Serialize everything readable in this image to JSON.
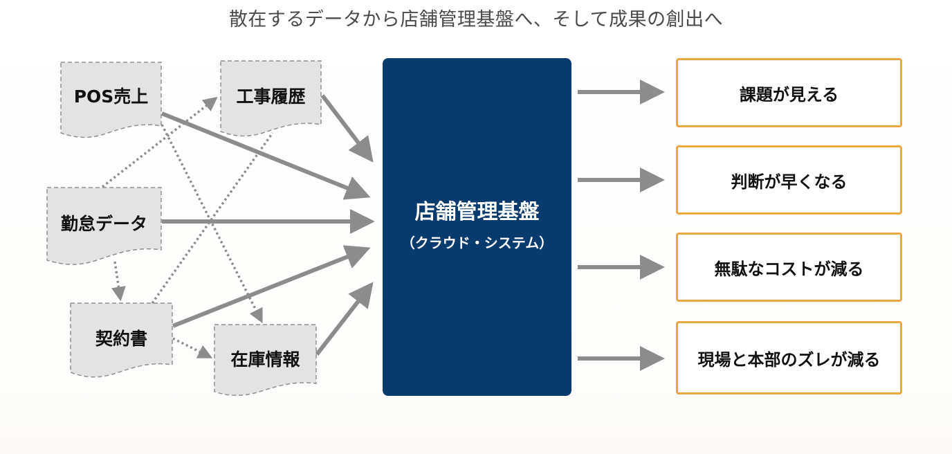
{
  "title": "散在するデータから店舗管理基盤へ、そして成果の創出へ",
  "colors": {
    "hub": "#073b6e",
    "outcome_border": "#eba640",
    "arrow": "#8c8c8c",
    "doc_fill": "#e3e3e3",
    "doc_border": "#8f8f8f"
  },
  "sources": [
    {
      "id": "pos",
      "label": "POS売上"
    },
    {
      "id": "construction",
      "label": "工事履歴"
    },
    {
      "id": "attendance",
      "label": "勤怠データ"
    },
    {
      "id": "contract",
      "label": "契約書"
    },
    {
      "id": "inventory",
      "label": "在庫情報"
    }
  ],
  "hub": {
    "title": "店舗管理基盤",
    "subtitle": "（クラウド・システム）"
  },
  "outcomes": [
    {
      "label": "課題が見える"
    },
    {
      "label": "判断が早くなる"
    },
    {
      "label": "無駄なコストが減る"
    },
    {
      "label": "現場と本部のズレが減る"
    }
  ],
  "flows": {
    "to_hub": [
      "construction",
      "pos",
      "attendance",
      "contract",
      "inventory"
    ],
    "dotted_links": [
      {
        "from": "attendance",
        "to": "construction",
        "arrow": true
      },
      {
        "from": "pos",
        "to": "inventory",
        "arrow": true
      },
      {
        "from": "contract",
        "to": "construction",
        "arrow": false
      },
      {
        "from": "attendance",
        "to": "contract",
        "arrow": true
      },
      {
        "from": "contract",
        "to": "inventory",
        "arrow": true
      }
    ],
    "hub_to_outcomes": [
      "課題が見える",
      "判断が早くなる",
      "無駄なコストが減る",
      "現場と本部のズレが減る"
    ]
  }
}
